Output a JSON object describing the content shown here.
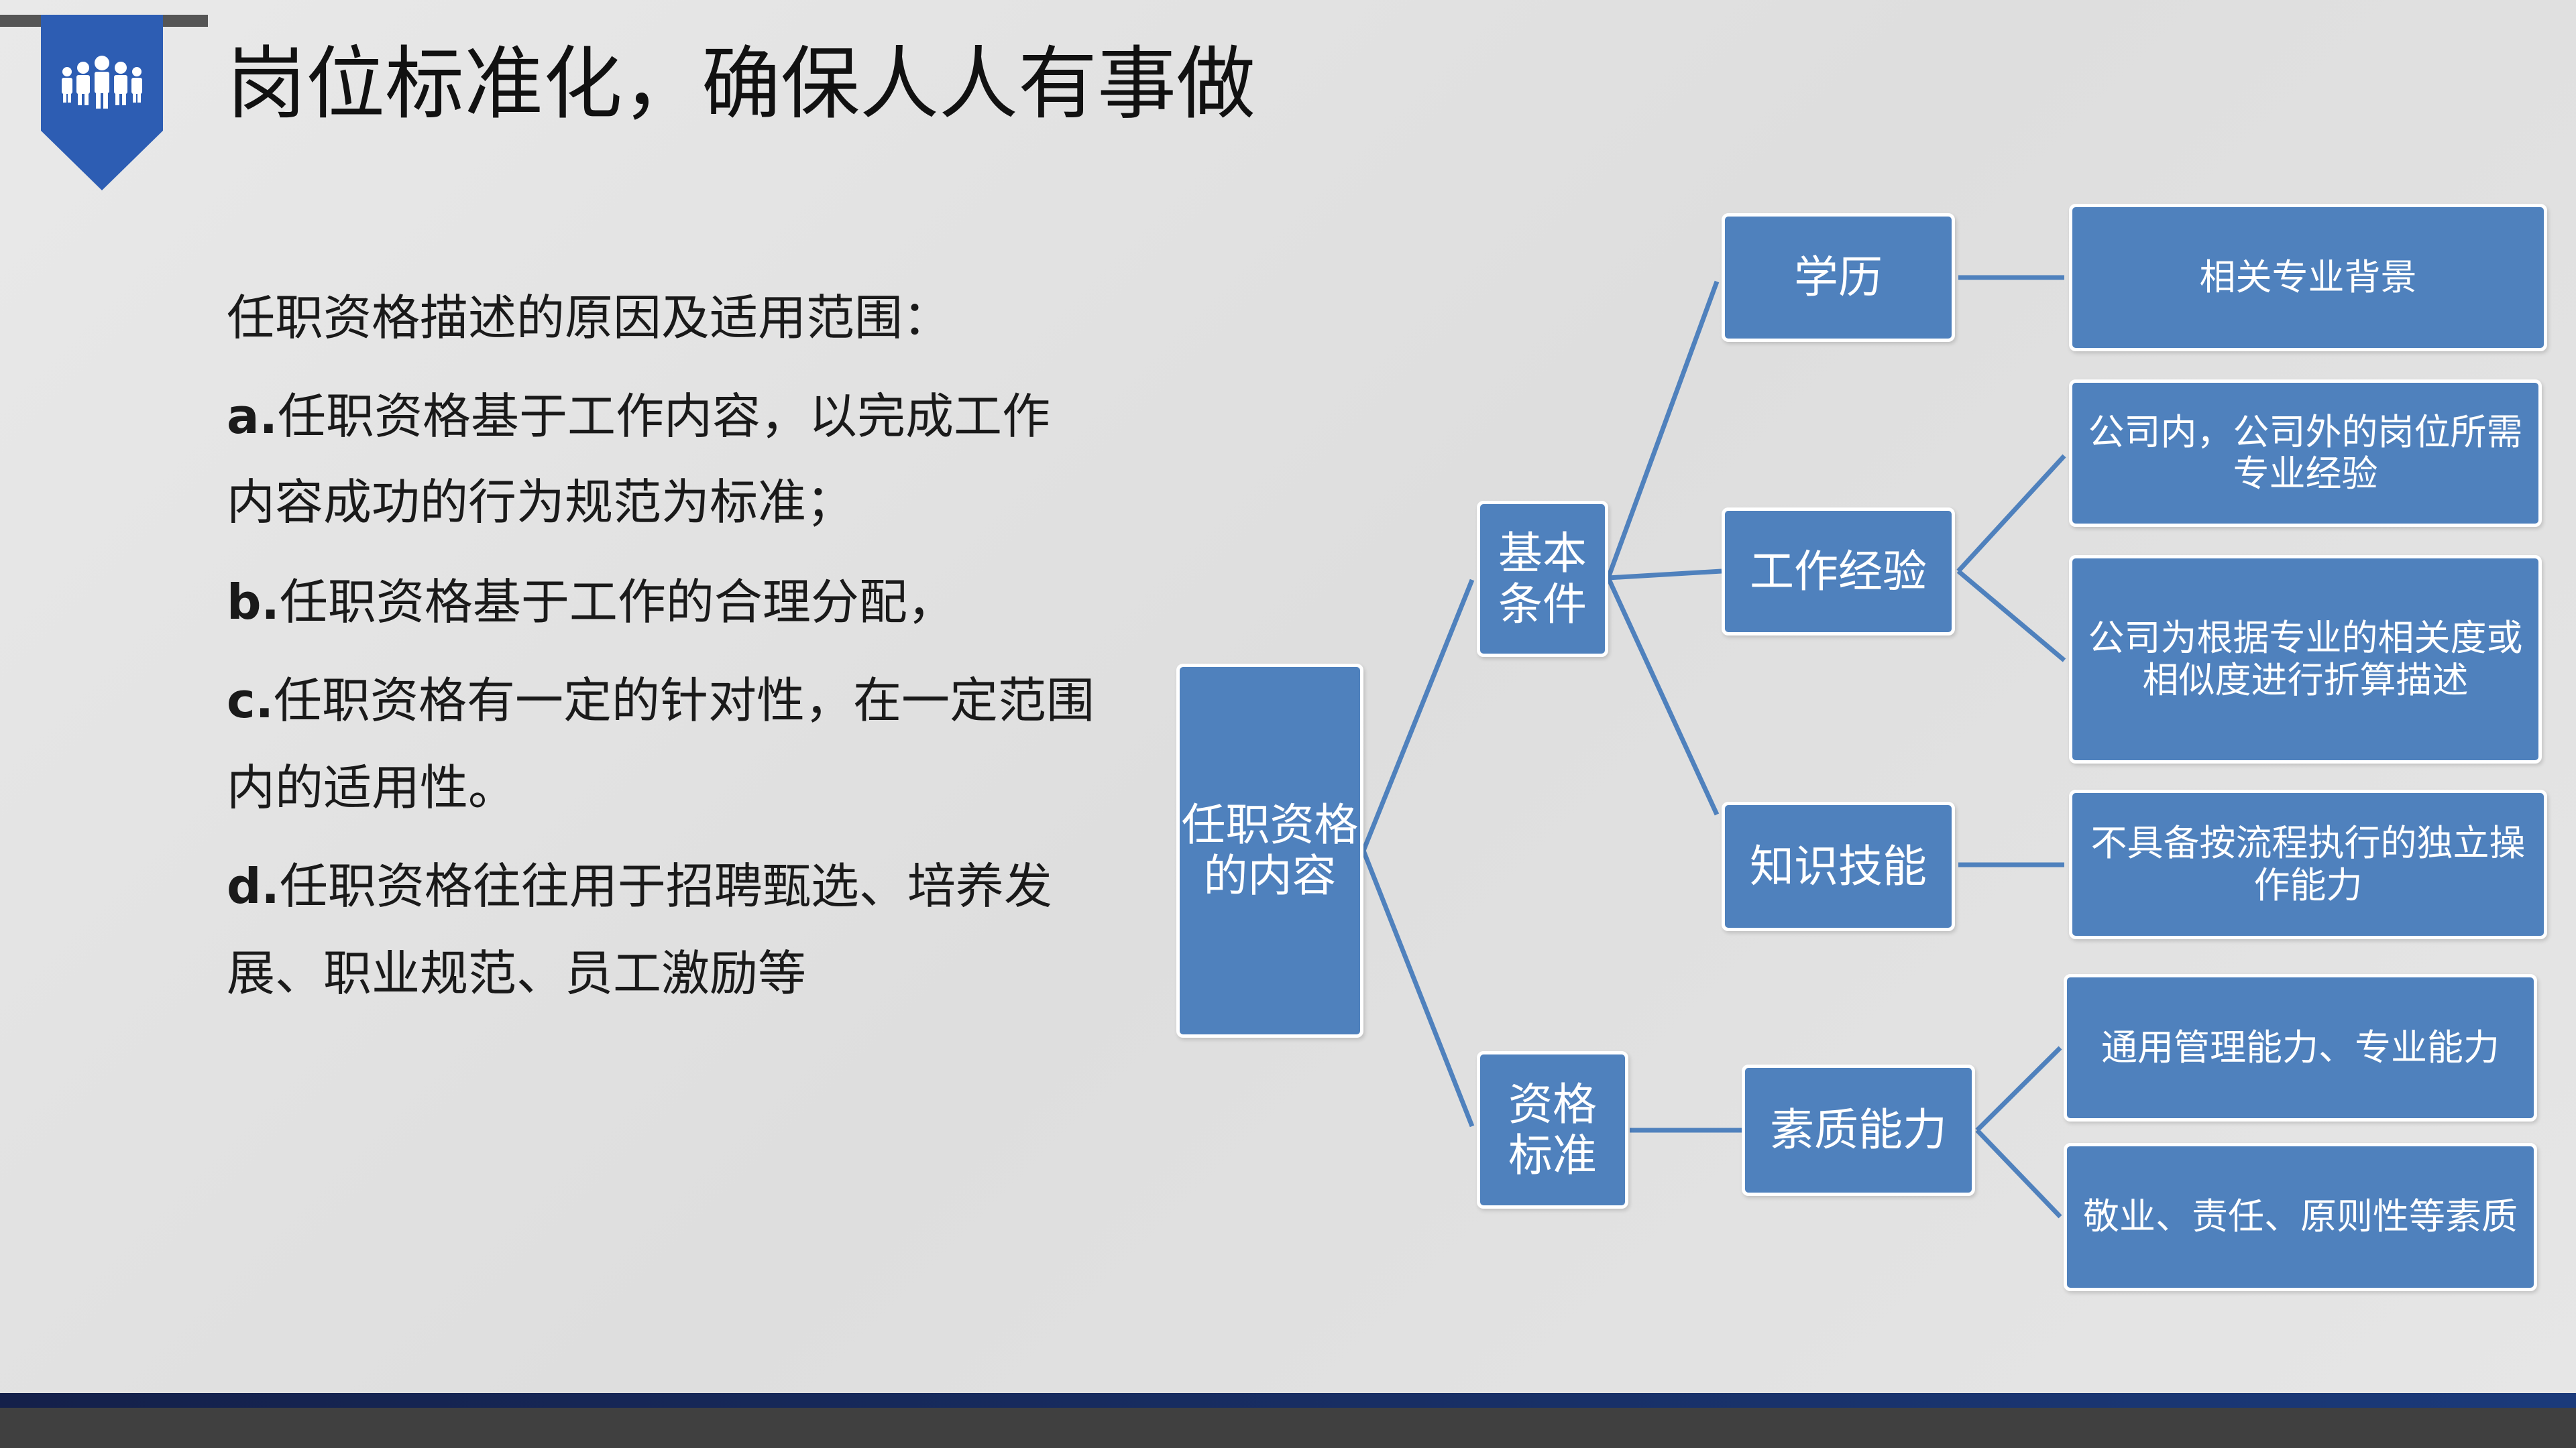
{
  "title": "岗位标准化，确保人人有事做",
  "icon": "people-group-icon",
  "body": {
    "heading": "任职资格描述的原因及适用范围：",
    "items": [
      {
        "prefix": "a.",
        "line1": "任职资格基于工作内容，以完成工作",
        "line2": "内容成功的行为规范为标准；"
      },
      {
        "prefix": "b.",
        "line1": "任职资格基于工作的合理分配，"
      },
      {
        "prefix": "c.",
        "line1": "任职资格有一定的针对性，在一定范围",
        "line2": "内的适用性。"
      },
      {
        "prefix": "d.",
        "line1": "任职资格往往用于招聘甄选、培养发",
        "line2": "展、职业规范、员工激励等"
      }
    ]
  },
  "diagram": {
    "root": "任职资格的内容",
    "basic": "基本条件",
    "standard": "资格标准",
    "education": "学历",
    "experience": "工作经验",
    "knowledge": "知识技能",
    "quality": "素质能力",
    "edu_detail": "相关专业背景",
    "exp_detail1": "公司内，公司外的岗位所需专业经验",
    "exp_detail2": "公司为根据专业的相关度或相似度进行折算描述",
    "know_detail": "不具备按流程执行的独立操作能力",
    "quality_detail1": "通用管理能力、专业能力",
    "quality_detail2": "敬业、责任、原则性等素质"
  },
  "colors": {
    "box": "#4f81bd",
    "accent": "#2d5db3",
    "line": "#4f81bd"
  }
}
